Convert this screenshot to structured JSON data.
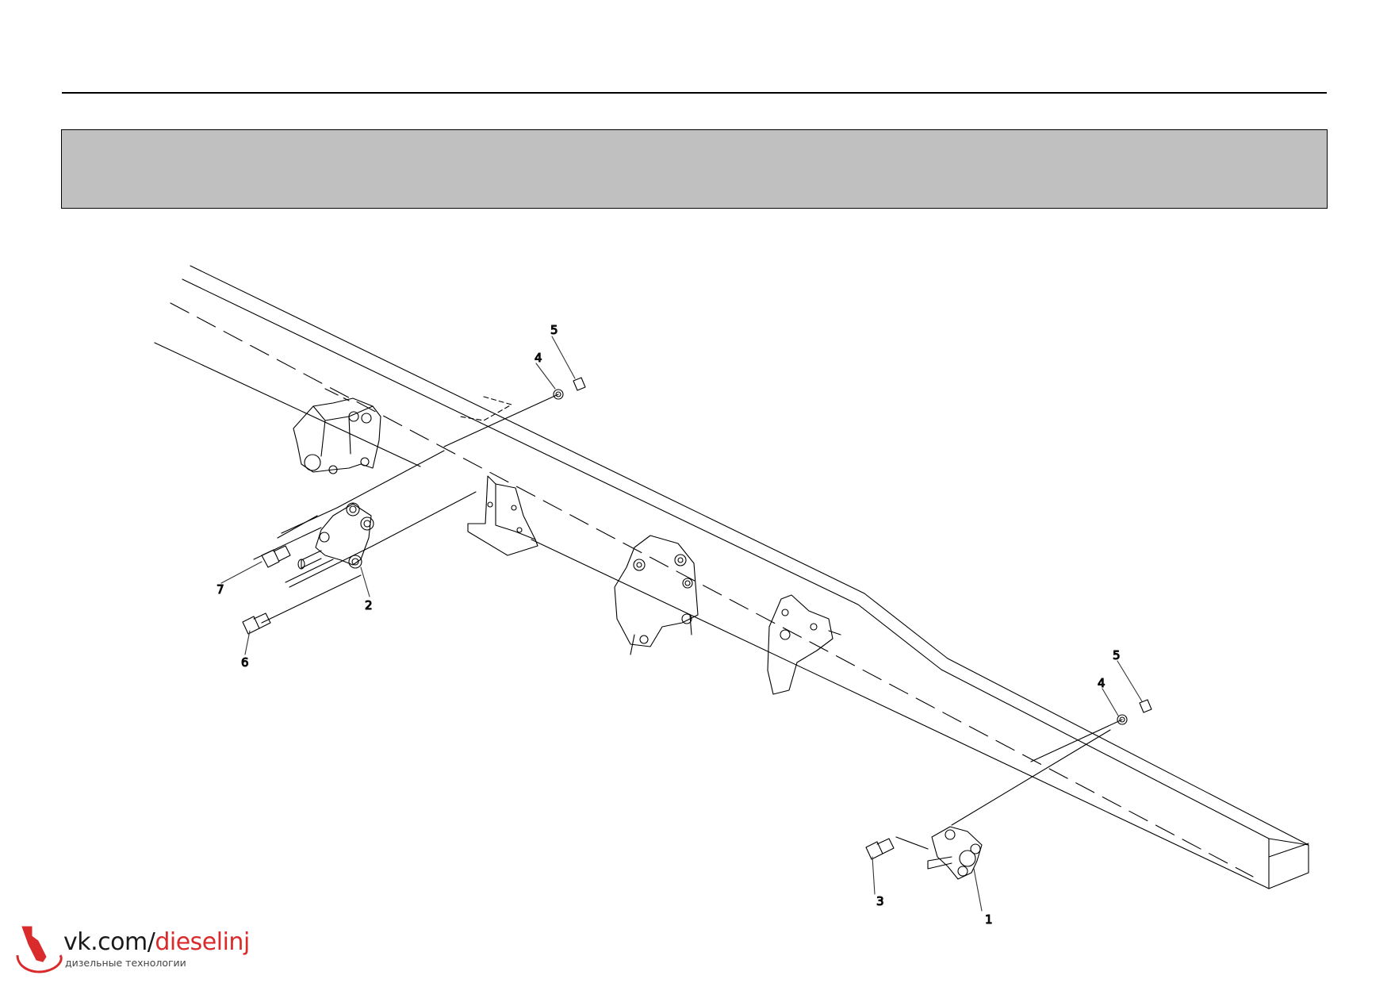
{
  "callouts": [
    "1",
    "2",
    "3",
    "4",
    "5",
    "6",
    "7"
  ],
  "watermark": {
    "site_prefix": "vk.com/",
    "site_name": "dieselinj",
    "tagline": "дизельные технологии",
    "accent_color": "#d92b2b"
  },
  "colors": {
    "header_band": "#c0c0c0",
    "line": "#000000"
  }
}
